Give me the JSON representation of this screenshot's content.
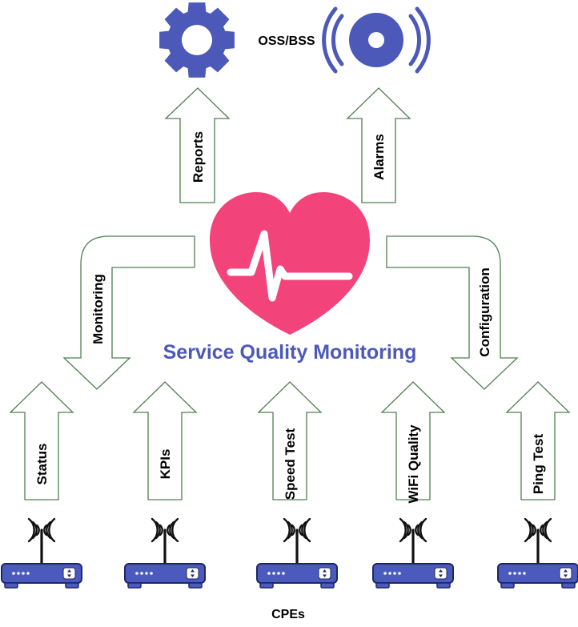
{
  "title": "Service Quality Monitoring",
  "oss_label": "OSS/BSS",
  "cpe_label": "CPEs",
  "up_arrows": {
    "reports": "Reports",
    "alarms": "Alarms"
  },
  "bent_arrows": {
    "monitoring": "Monitoring",
    "configuration": "Configuration"
  },
  "cpe_arrows": [
    "Status",
    "KPIs",
    "Speed Test",
    "WiFi Quality",
    "Ping Test"
  ],
  "colors": {
    "heart": "#f2437a",
    "icon_blue": "#4c59b8",
    "arrow_stroke": "#4f7f4f",
    "title_text": "#4c59b8"
  },
  "icons": {
    "oss": "gear-icon",
    "alarm": "broadcast-alarm-icon",
    "heart": "heart-pulse-icon",
    "cpe": "router-icon"
  }
}
